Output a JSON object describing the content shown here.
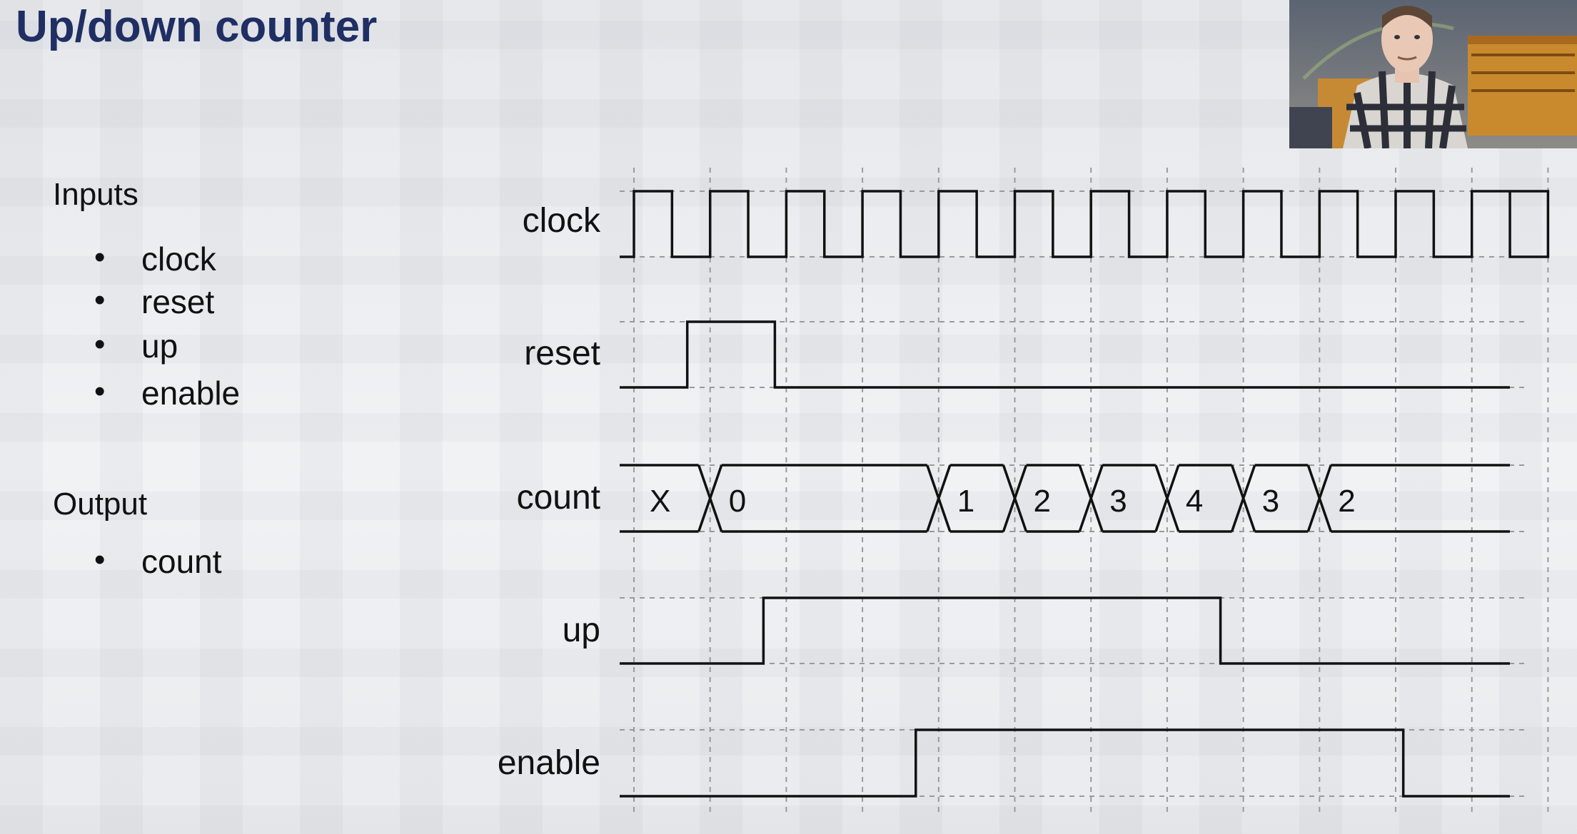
{
  "slide": {
    "title": "Up/down counter",
    "inputs_heading": "Inputs",
    "inputs": [
      "clock",
      "reset",
      "up",
      "enable"
    ],
    "output_heading": "Output",
    "outputs": [
      "count"
    ],
    "bullet_char": "•"
  },
  "diagram": {
    "signals": [
      {
        "name": "clock",
        "type": "clock",
        "cycles": 12
      },
      {
        "name": "reset",
        "type": "digital",
        "waveform": "low, high from 0.7 to 1.8 clock periods, then low"
      },
      {
        "name": "count",
        "type": "bus",
        "values": [
          "X",
          "0",
          "1",
          "2",
          "3",
          "4",
          "3",
          "2"
        ]
      },
      {
        "name": "up",
        "type": "digital",
        "waveform": "low, high from cycle 2 to cycle 7.5, then low"
      },
      {
        "name": "enable",
        "type": "digital",
        "waveform": "low, high from cycle 3.5 to cycle 9.5, then low"
      }
    ]
  },
  "webcam": {
    "content": "presenter video feed"
  }
}
